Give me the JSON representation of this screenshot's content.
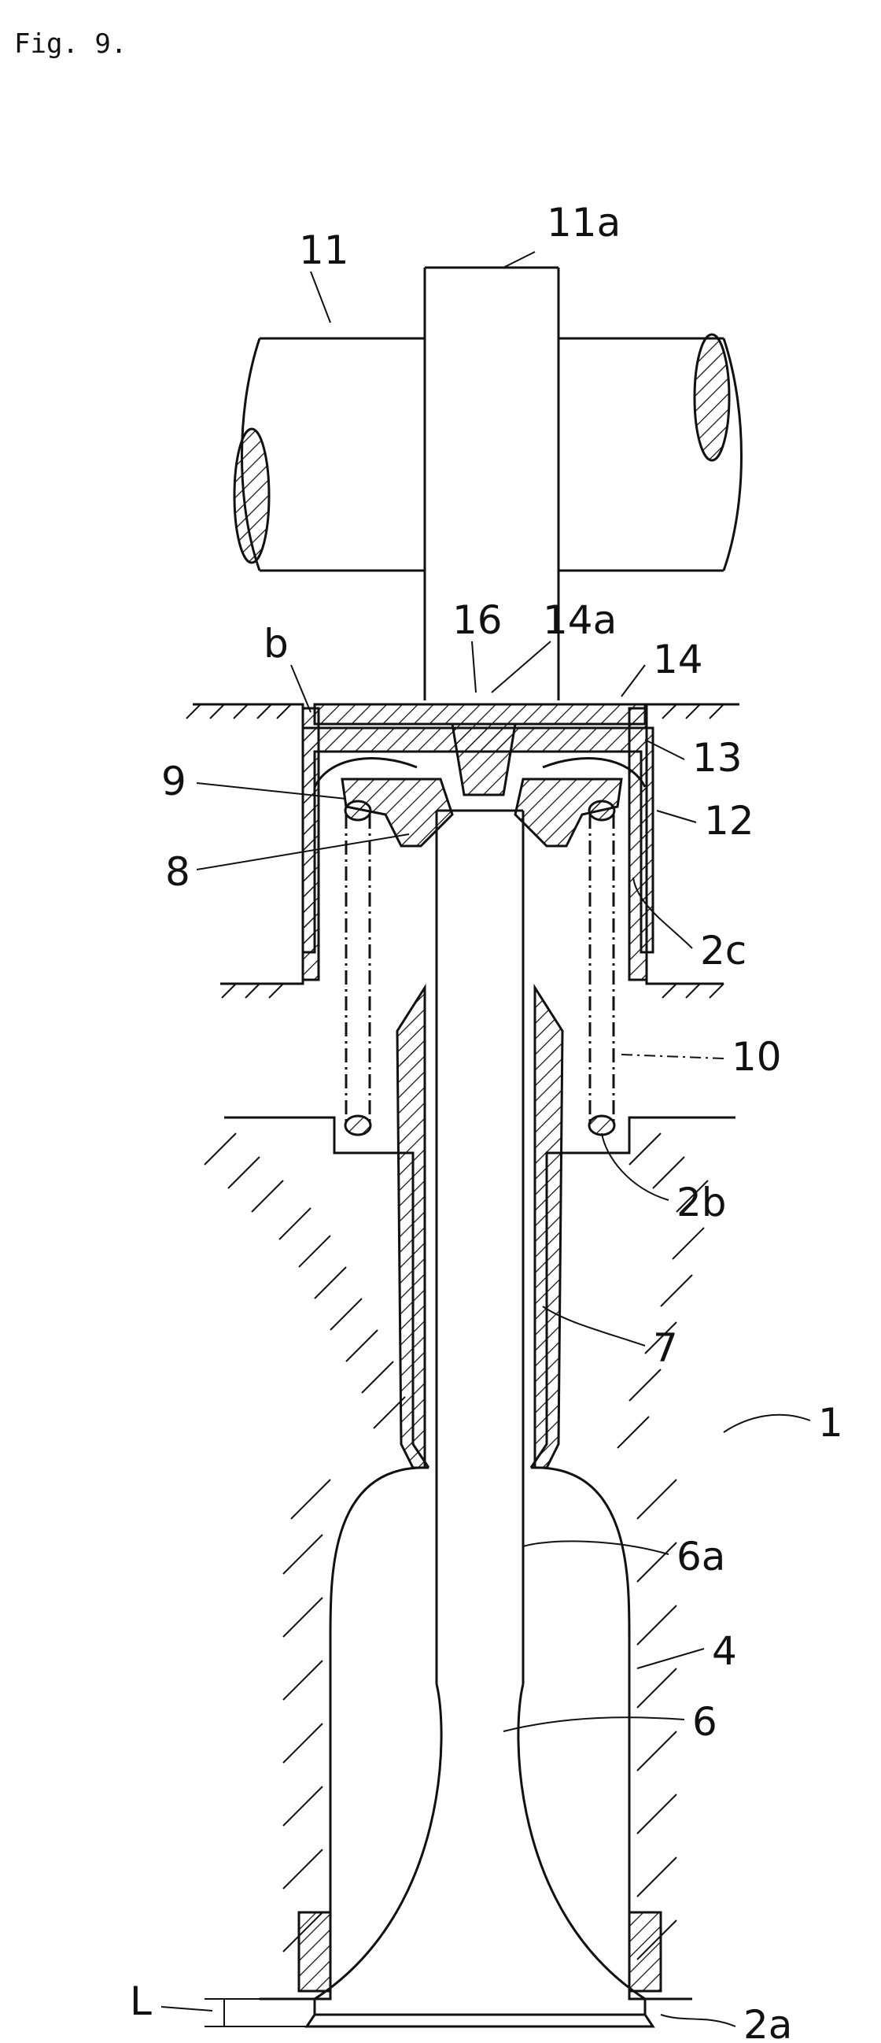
{
  "figure": {
    "caption": "Fig. 9."
  },
  "labels": {
    "camshaft": "11",
    "cam_lobe": "11a",
    "spacer_top": "16",
    "pad_tip": "14a",
    "shim": "14",
    "gap_b": "b",
    "retainer": "9",
    "lifter_body": "13",
    "lifter": "12",
    "cotter": "8",
    "bore": "2c",
    "spring": "10",
    "seat": "2b",
    "guide": "7",
    "head": "1",
    "stem": "6a",
    "port": "4",
    "valve": "6",
    "lift": "L",
    "valve_seat": "2a"
  }
}
